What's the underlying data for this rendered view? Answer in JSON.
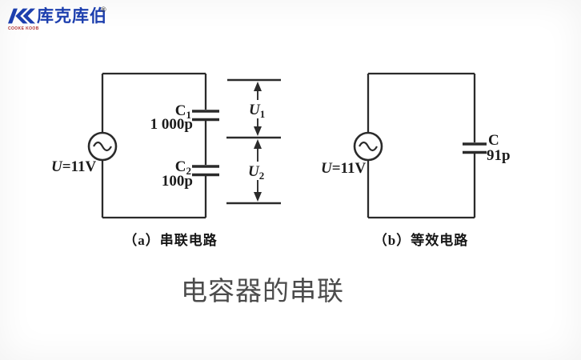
{
  "logo": {
    "brand": "库克库伯",
    "registered": "®",
    "subtext": "COOKE KOOB",
    "brand_color": "#1d3fae",
    "subtext_color": "#b03030"
  },
  "title": "电容器的串联",
  "figures": {
    "a": {
      "caption": "（a）串联电路",
      "source": {
        "u": "U",
        "rest": "=11V"
      },
      "cap1": {
        "sym": "C",
        "sub": "1",
        "value": "1 000p"
      },
      "cap2": {
        "sym": "C",
        "sub": "2",
        "value": "100p"
      },
      "v1": {
        "sym": "U",
        "sub": "1"
      },
      "v2": {
        "sym": "U",
        "sub": "2"
      }
    },
    "b": {
      "caption": "（b）等效电路",
      "source": {
        "u": "U",
        "rest": "=11V"
      },
      "cap": {
        "sym": "C",
        "value": "91p"
      }
    }
  },
  "colors": {
    "line": "#2b2b2b",
    "title_text": "#4b4b4b"
  }
}
